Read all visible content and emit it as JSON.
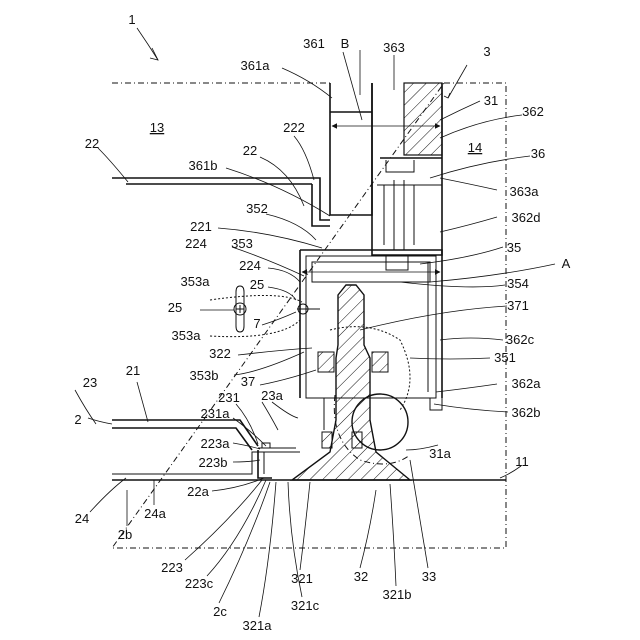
{
  "figure": {
    "fig_number": "1",
    "labels": {
      "l_B": "B",
      "l_3": "3",
      "l_361": "361",
      "l_363": "363",
      "l_361a": "361a",
      "l_31": "31",
      "l_362": "362",
      "l_13": "13",
      "l_22_top": "22",
      "l_222": "222",
      "l_14": "14",
      "l_36": "36",
      "l_22_mid": "22",
      "l_361b": "361b",
      "l_363a": "363a",
      "l_352": "352",
      "l_362d": "362d",
      "l_221": "221",
      "l_35": "35",
      "l_224_a": "224",
      "l_353": "353",
      "l_A": "A",
      "l_224_b": "224",
      "l_353a_top": "353a",
      "l_25_a": "25",
      "l_354": "354",
      "l_25_b": "25",
      "l_371": "371",
      "l_7": "7",
      "l_353a_bot": "353a",
      "l_362c": "362c",
      "l_322": "322",
      "l_351": "351",
      "l_353b": "353b",
      "l_37": "37",
      "l_362a": "362a",
      "l_23": "23",
      "l_21": "21",
      "l_231": "231",
      "l_23a": "23a",
      "l_2": "2",
      "l_231a": "231a",
      "l_362b": "362b",
      "l_223a": "223a",
      "l_31a": "31a",
      "l_11": "11",
      "l_223b": "223b",
      "l_22a": "22a",
      "l_24": "24",
      "l_24a": "24a",
      "l_2b": "2b",
      "l_223": "223",
      "l_223c": "223c",
      "l_321": "321",
      "l_32": "32",
      "l_33": "33",
      "l_321b": "321b",
      "l_321c": "321c",
      "l_2c": "2c",
      "l_321a": "321a"
    }
  }
}
